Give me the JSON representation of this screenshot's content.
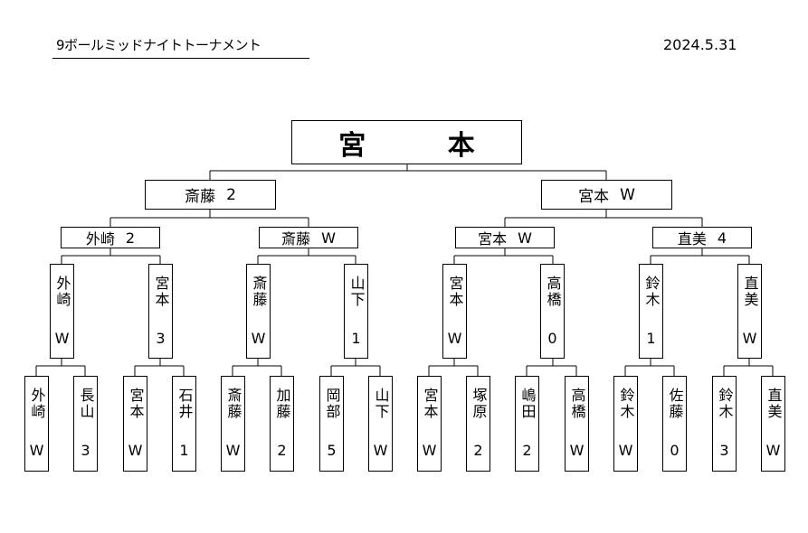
{
  "header": {
    "title": "9ボールミッドナイトトーナメント",
    "date": "2024.5.31"
  },
  "champion": "宮 本",
  "final": [
    {
      "name": "斎藤",
      "score": "2"
    },
    {
      "name": "宮本",
      "score": "W"
    }
  ],
  "semifinals": [
    {
      "name": "外崎",
      "score": "2"
    },
    {
      "name": "斎藤",
      "score": "W"
    },
    {
      "name": "宮本",
      "score": "W"
    },
    {
      "name": "直美",
      "score": "4"
    }
  ],
  "quarterfinals": [
    {
      "name": "外崎",
      "score": "W"
    },
    {
      "name": "宮本",
      "score": "3"
    },
    {
      "name": "斎藤",
      "score": "W"
    },
    {
      "name": "山下",
      "score": "1"
    },
    {
      "name": "宮本",
      "score": "W"
    },
    {
      "name": "高橋",
      "score": "0"
    },
    {
      "name": "鈴木",
      "score": "1"
    },
    {
      "name": "直美",
      "score": "W"
    }
  ],
  "first_round": [
    {
      "name": "外崎",
      "score": "W"
    },
    {
      "name": "長山",
      "score": "3"
    },
    {
      "name": "宮本",
      "score": "W"
    },
    {
      "name": "石井",
      "score": "1"
    },
    {
      "name": "斎藤",
      "score": "W"
    },
    {
      "name": "加藤",
      "score": "2"
    },
    {
      "name": "岡部",
      "score": "5"
    },
    {
      "name": "山下",
      "score": "W"
    },
    {
      "name": "宮本",
      "score": "W"
    },
    {
      "name": "塚原",
      "score": "2"
    },
    {
      "name": "嶋田",
      "score": "2"
    },
    {
      "name": "高橋",
      "score": "W"
    },
    {
      "name": "鈴木",
      "score": "W"
    },
    {
      "name": "佐藤",
      "score": "0"
    },
    {
      "name": "鈴木",
      "score": "3"
    },
    {
      "name": "直美",
      "score": "W"
    }
  ]
}
